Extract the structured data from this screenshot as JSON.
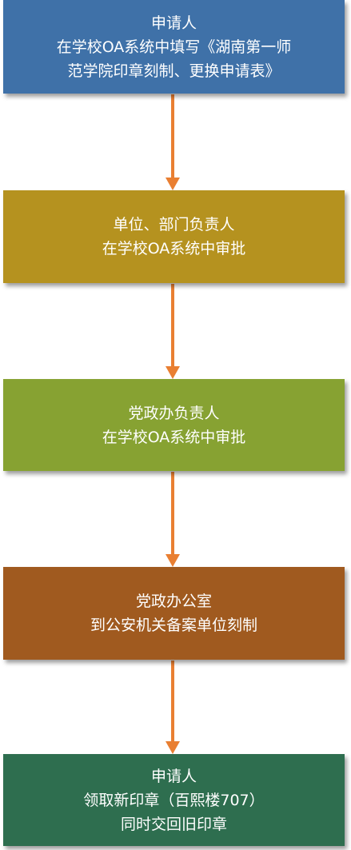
{
  "colors": {
    "arrow": "#e97f32",
    "step_1": "#3f71a8",
    "step_2": "#b5921f",
    "step_3": "#87a232",
    "step_4": "#a05a1f",
    "step_5": "#2e6e4f"
  },
  "steps": [
    {
      "lines": [
        "申请人",
        "在学校OA系统中填写《湖南第一师",
        "范学院印章刻制、更换申请表》"
      ]
    },
    {
      "lines": [
        "单位、部门负责人",
        "在学校OA系统中审批"
      ]
    },
    {
      "lines": [
        "党政办负责人",
        "在学校OA系统中审批"
      ]
    },
    {
      "lines": [
        "党政办公室",
        "到公安机关备案单位刻制"
      ]
    },
    {
      "lines": [
        "申请人",
        "领取新印章（百熙楼707）",
        "同时交回旧印章"
      ]
    }
  ]
}
